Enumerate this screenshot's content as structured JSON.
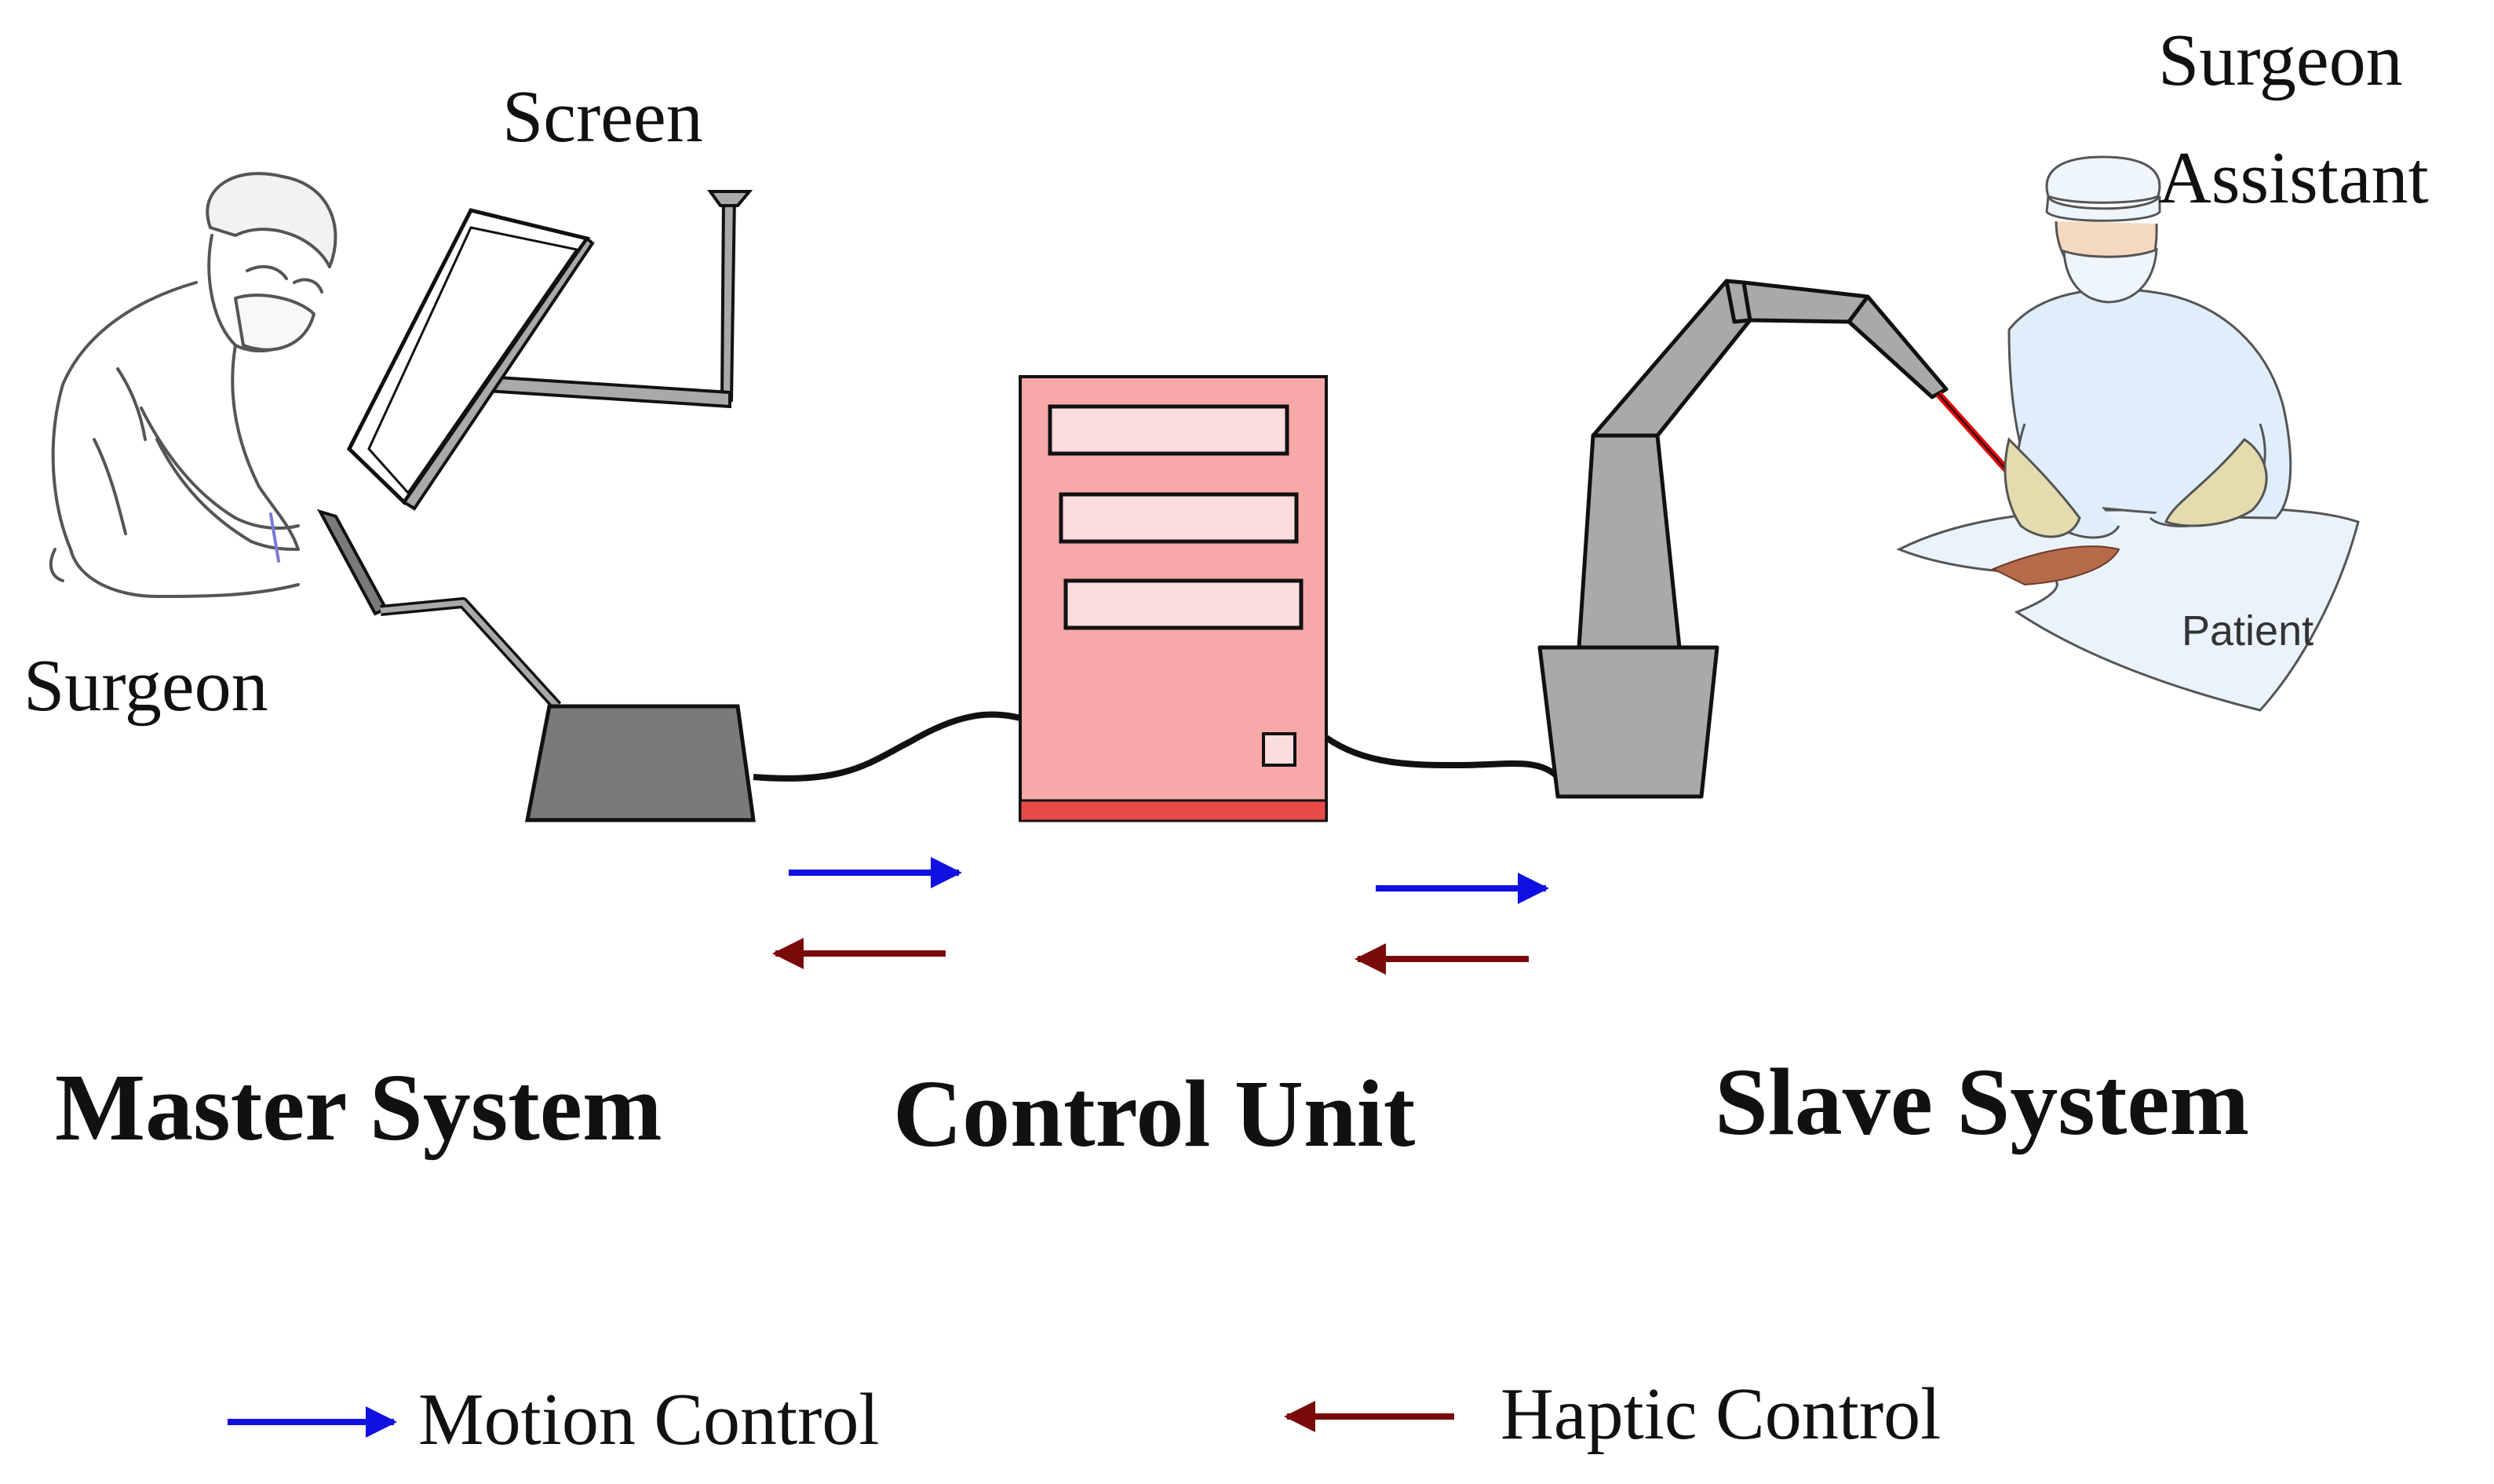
{
  "labels": {
    "screen": "Screen",
    "surgeon": "Surgeon",
    "surgeon_assistant_line1": "Surgeon",
    "surgeon_assistant_line2": "Assistant",
    "patient": "Patient"
  },
  "systems": {
    "master": "Master System",
    "control": "Control Unit",
    "slave": "Slave System"
  },
  "legend": {
    "motion": "Motion Control",
    "haptic": "Haptic Control"
  },
  "colors": {
    "motion_arrow": "#1010e0",
    "haptic_arrow": "#7a0a0a",
    "control_unit_fill": "#f7a8a8",
    "control_unit_base": "#e84a4a",
    "control_unit_slot": "#fcdcdc",
    "robot_gray": "#a9a9a9",
    "master_base": "#7a7a7a",
    "laser": "#e00000"
  },
  "icons": {
    "surgeon": "surgeon-figure-icon",
    "assistant": "assistant-figure-icon",
    "screen": "monitor-icon",
    "robot": "robot-arm-icon",
    "console": "master-console-icon",
    "cabinet": "control-cabinet-icon"
  }
}
